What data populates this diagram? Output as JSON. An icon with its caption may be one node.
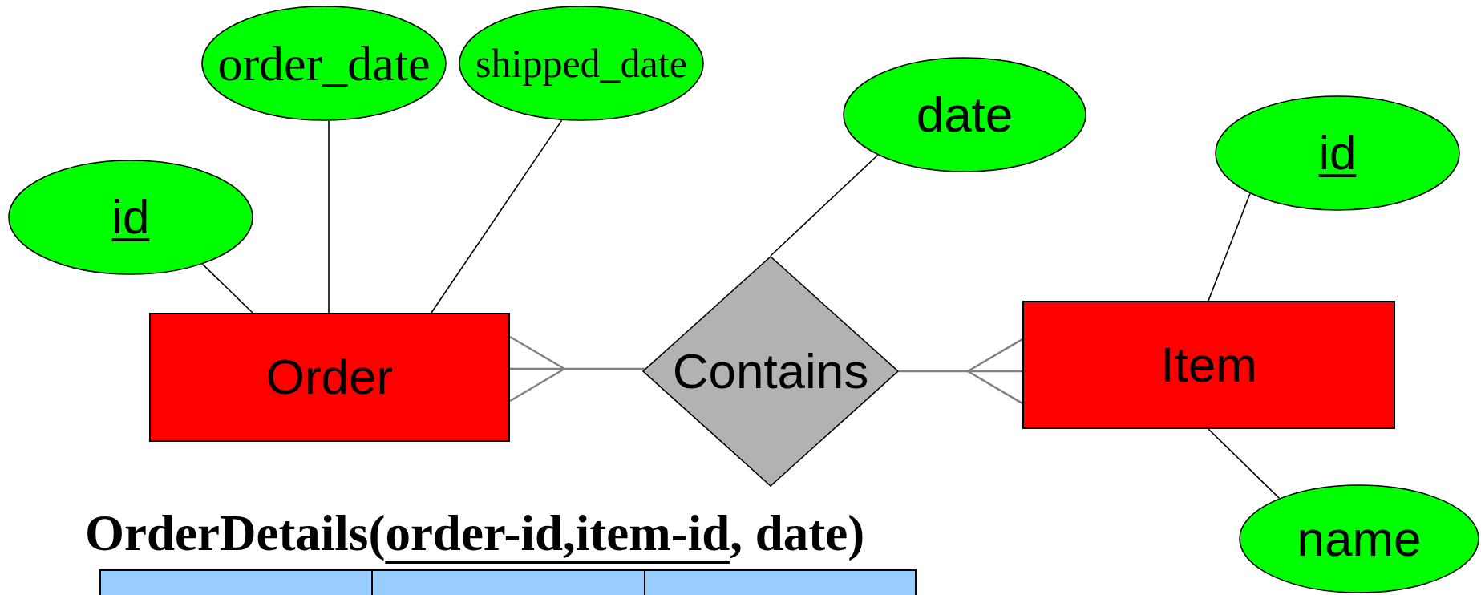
{
  "diagram": {
    "nodes": [
      {
        "text": [
          "id"
        ]
      },
      {
        "text": [
          "order_date"
        ]
      },
      {
        "text": [
          "shipped_date"
        ]
      },
      {
        "text": [
          "Order"
        ]
      },
      {
        "text": [
          "Contains"
        ]
      },
      {
        "text": [
          "date"
        ]
      },
      {
        "text": [
          "Item"
        ]
      },
      {
        "text": [
          "id"
        ]
      },
      {
        "text": [
          "name"
        ]
      }
    ],
    "edges": [
      {
        "from": 0,
        "to": 3,
        "arrow": "none"
      },
      {
        "from": 1,
        "to": 3,
        "arrow": "none"
      },
      {
        "from": 2,
        "to": 3,
        "arrow": "none"
      },
      {
        "from": 4,
        "to": 3,
        "arrow": "other",
        "color": "#808080"
      },
      {
        "from": 5,
        "to": 4,
        "arrow": "none"
      },
      {
        "from": 4,
        "to": 6,
        "arrow": "other",
        "color": "#808080"
      },
      {
        "from": 7,
        "to": 6,
        "arrow": "none"
      },
      {
        "from": 8,
        "to": 6,
        "arrow": "none"
      }
    ],
    "labels": [
      "OrderDetails(order-id,item-id, date)"
    ]
  }
}
